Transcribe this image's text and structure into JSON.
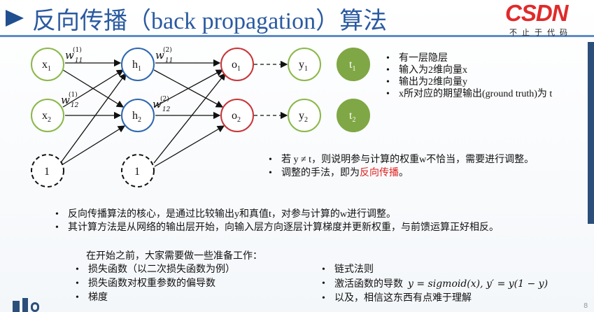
{
  "slide": {
    "title_zh1": "反向传播（",
    "title_en": "back propagation",
    "title_zh2": "）算法",
    "logo_text": "CSDN",
    "logo_sub": "不止于代码"
  },
  "network": {
    "input_nodes": [
      "x",
      "x"
    ],
    "input_subs": [
      "1",
      "2"
    ],
    "hidden_nodes": [
      "h",
      "h"
    ],
    "hidden_subs": [
      "1",
      "2"
    ],
    "output_nodes": [
      "o",
      "o"
    ],
    "output_subs": [
      "1",
      "2"
    ],
    "y_nodes": [
      "y",
      "y"
    ],
    "y_subs": [
      "1",
      "2"
    ],
    "t_nodes": [
      "t",
      "t"
    ],
    "t_subs": [
      "1",
      "2"
    ],
    "bias_label": "1",
    "w1": {
      "base": "w",
      "sub": "11",
      "sup": "(1)"
    },
    "w2": {
      "base": "w",
      "sub": "12",
      "sup": "(1)"
    },
    "w3": {
      "base": "w",
      "sub": "11",
      "sup": "(2)"
    },
    "w4": {
      "base": "w",
      "sub": "12",
      "sup": "(2)"
    },
    "colors": {
      "input": "#8ab84a",
      "hidden": "#2f67b0",
      "output": "#c8353a",
      "target_fill": "#7fa745",
      "target_text": "#ffffff"
    }
  },
  "right_bullets": [
    "有一层隐层",
    "输入为2维向量x",
    "输出为2维向量y",
    "x所对应的期望输出(ground truth)为 t"
  ],
  "mid_bullets": {
    "b1": "若 y ≠ t，则说明参与计算的权重w不恰当，需要进行调整。",
    "b2_pre": "调整的手法，即为",
    "b2_red": "反向传播",
    "b2_post": "。"
  },
  "core_bullets": [
    "反向传播算法的核心，是通过比较输出y和真值t，对参与计算的w进行调整。",
    "其计算方法是从网络的输出层开始，向输入层方向逐层计算梯度并更新权重，与前馈运算正好相反。"
  ],
  "prep": {
    "heading": "在开始之前，大家需要做一些准备工作：",
    "left": [
      "损失函数（以二次损失函数为例）",
      "损失函数对权重参数的偏导数",
      "梯度"
    ],
    "right_1": "链式法则",
    "right_2_text": "激活函数的导数",
    "right_2_formula": "y = sigmoid(x), y′ = y(1 − y)",
    "right_3": "以及，相信这东西有点难于理解"
  },
  "page_number": "8"
}
